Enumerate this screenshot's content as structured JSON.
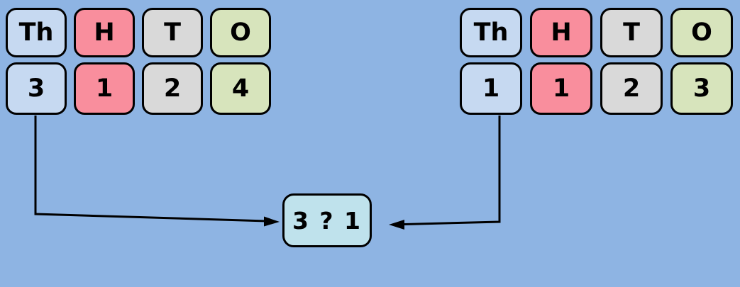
{
  "diagram": {
    "description_text": "",
    "background_color": "#8EB4E3",
    "left_table": {
      "headers": [
        "Th",
        "H",
        "T",
        "O"
      ],
      "digits": [
        "3",
        "1",
        "2",
        "4"
      ]
    },
    "right_table": {
      "headers": [
        "Th",
        "H",
        "T",
        "O"
      ],
      "digits": [
        "1",
        "1",
        "2",
        "3"
      ]
    },
    "comparison": {
      "text": "3 ? 1"
    },
    "colors": {
      "thousands_column": "#C6D9F1",
      "hundreds_column": "#F98E9D",
      "tens_column": "#D9D9D9",
      "ones_column": "#D7E4BC",
      "comparison_box": "#BFE2EC",
      "cell_border": "#000000",
      "arrow": "#000000"
    }
  }
}
